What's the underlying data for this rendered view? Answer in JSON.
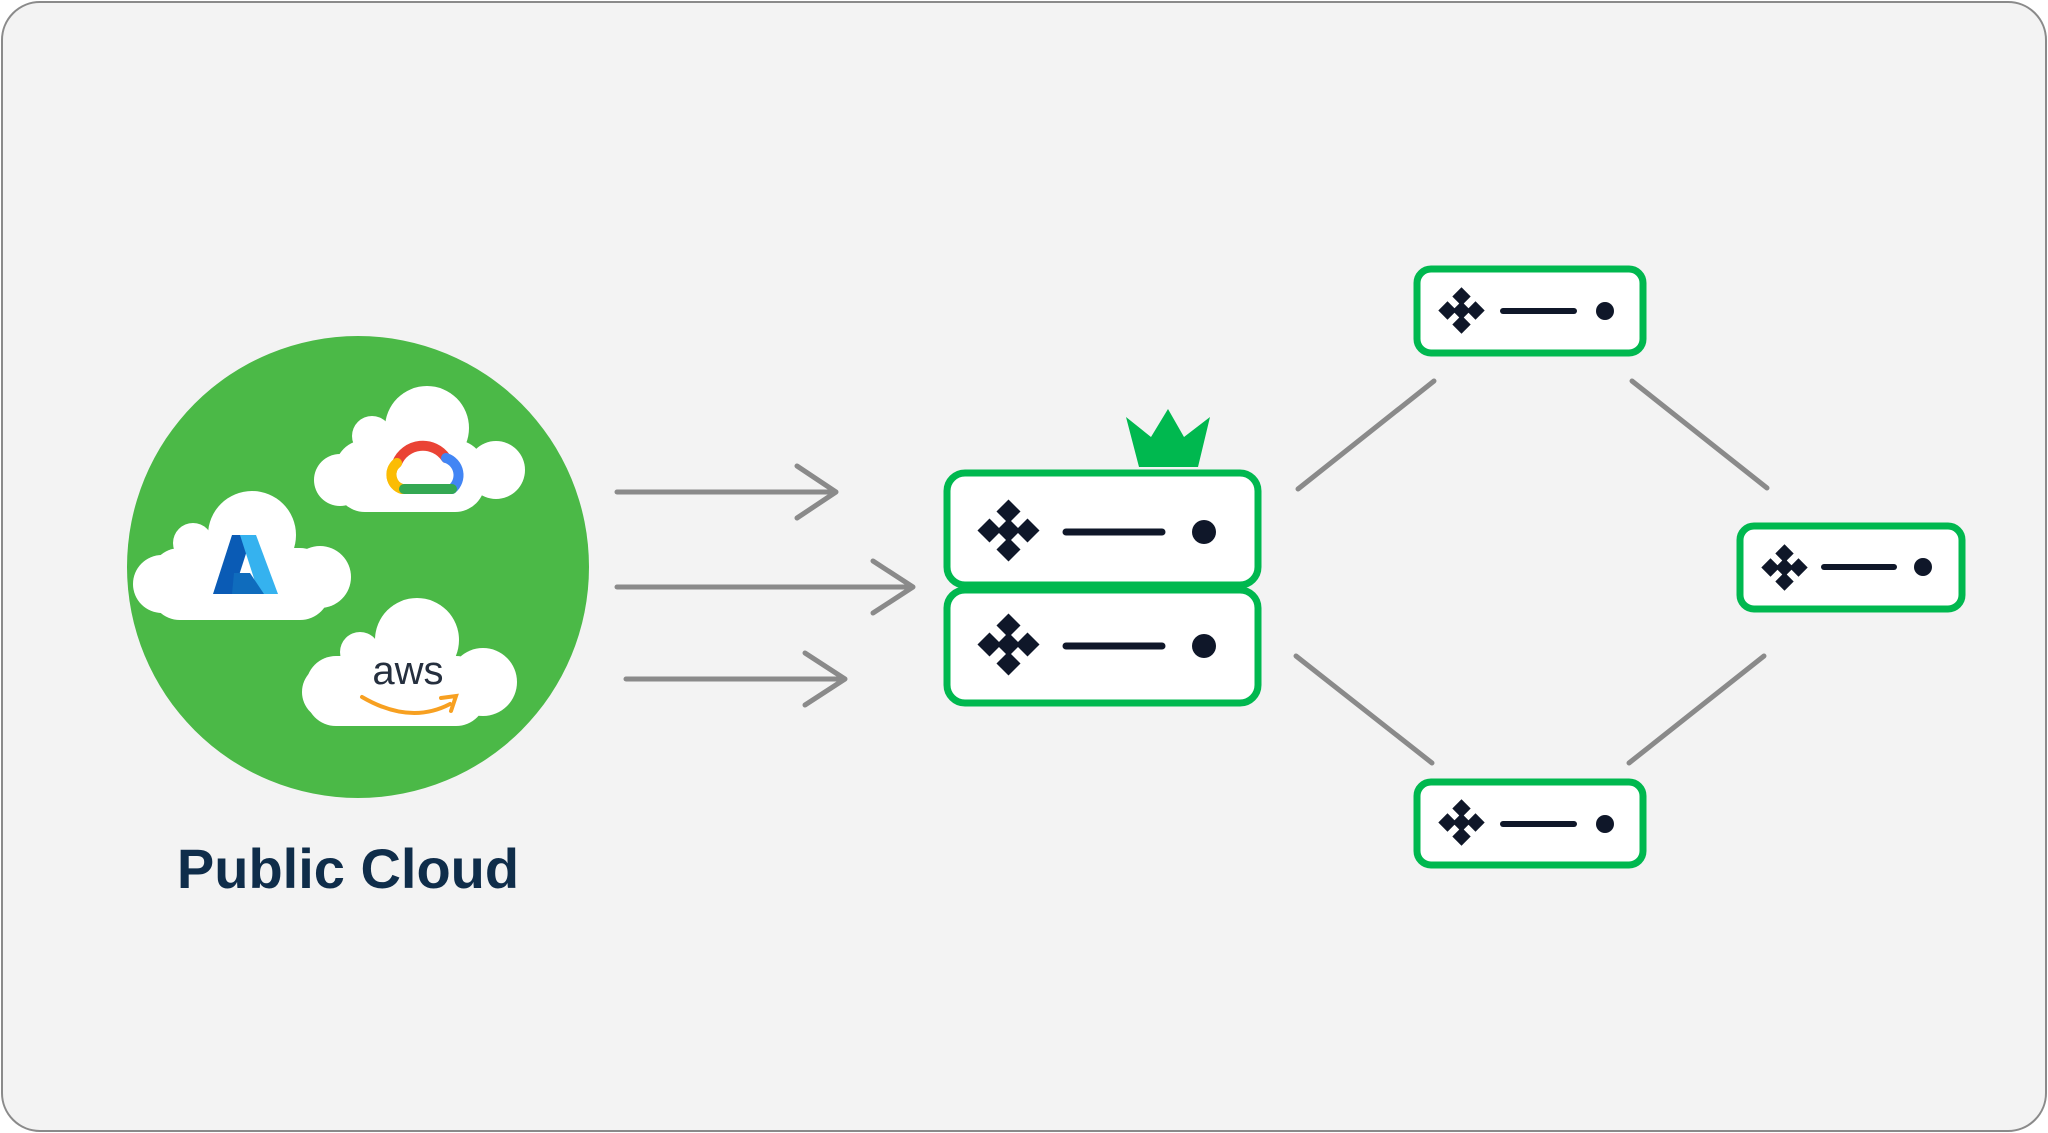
{
  "caption": "Public Cloud",
  "providers": [
    {
      "name": "azure-logo",
      "letter": "A"
    },
    {
      "name": "google-cloud-logo"
    },
    {
      "name": "aws-logo",
      "wordmark": "aws"
    }
  ],
  "colors": {
    "panel_bg": "#f3f3f3",
    "panel_border": "#8a8a8a",
    "circle_green": "#4bb947",
    "server_green": "#00b84f",
    "crown_green": "#00b84f",
    "arrow_gray": "#8a8a8a",
    "icon_dark": "#0f1729",
    "caption_navy": "#0f2d4a",
    "cloud_white": "#ffffff",
    "aws_orange": "#f7a021",
    "aws_text": "#252f3e",
    "azure_dark": "#0a5bb5",
    "azure_light": "#35b2ef",
    "gcp_red": "#ea4335",
    "gcp_blue": "#4285f4",
    "gcp_yellow": "#fbbc04",
    "gcp_green": "#34a853"
  },
  "icons": [
    "crown-icon",
    "diamond-grid-icon",
    "indicator-dot-icon",
    "arrow-right-icon"
  ]
}
